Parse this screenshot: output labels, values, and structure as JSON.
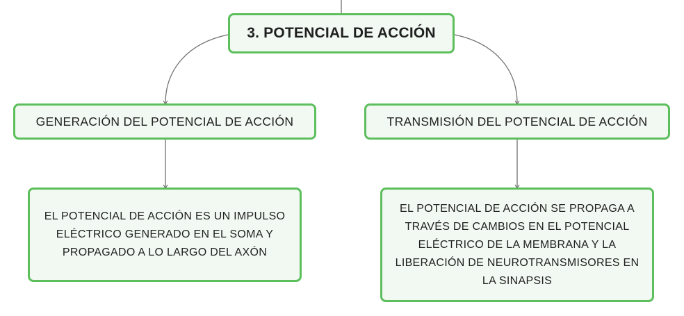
{
  "diagram": {
    "root": {
      "label": "3. POTENCIAL DE ACCIÓN"
    },
    "branches": [
      {
        "label": "GENERACIÓN DEL POTENCIAL DE ACCIÓN",
        "detail": "EL POTENCIAL DE ACCIÓN ES UN IMPULSO ELÉCTRICO GENERADO EN EL SOMA Y PROPAGADO A LO LARGO DEL AXÓN"
      },
      {
        "label": "TRANSMISIÓN DEL POTENCIAL DE ACCIÓN",
        "detail": "EL POTENCIAL DE ACCIÓN SE PROPAGA A TRAVÉS DE CAMBIOS EN EL POTENCIAL ELÉCTRICO DE LA MEMBRANA Y LA LIBERACIÓN DE NEUROTRANSMISORES EN LA SINAPSIS"
      }
    ],
    "colors": {
      "node_border": "#5cbf5c",
      "node_fill": "#f2f9f2",
      "connector": "#707070",
      "text": "#1f1f1f"
    }
  }
}
